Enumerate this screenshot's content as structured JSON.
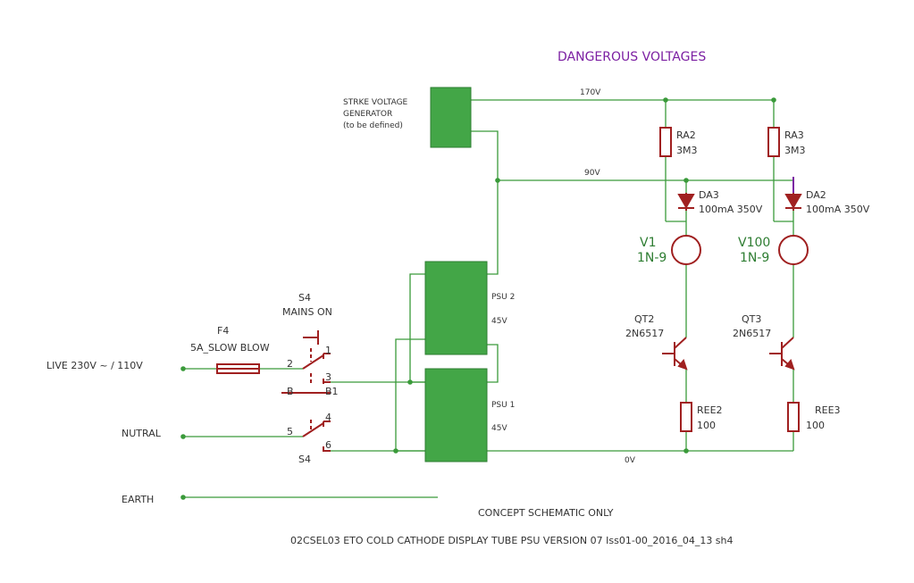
{
  "title": "DANGEROUS VOLTAGES",
  "colors": {
    "wire": "#3a9a3a",
    "component": "#a02020",
    "block": "#43a647",
    "title": "#7b1fa2",
    "tube_label": "#2e7d32"
  },
  "strike_gen": {
    "line1": "STRKE VOLTAGE",
    "line2": "GENERATOR",
    "line3": "(to be defined)"
  },
  "rails": {
    "top": "170V",
    "mid": "90V",
    "bottom": "0V"
  },
  "psu2": {
    "name": "PSU 2",
    "voltage": "45V"
  },
  "psu1": {
    "name": "PSU 1",
    "voltage": "45V"
  },
  "inputs": {
    "live": "LIVE 230V ~ / 110V",
    "neutral": "NUTRAL",
    "earth": "EARTH"
  },
  "fuse": {
    "ref": "F4",
    "value": "5A_SLOW BLOW"
  },
  "switch": {
    "ref_top": "S4",
    "value": "MAINS ON",
    "ref_bottom": "S4",
    "pins": [
      "1",
      "2",
      "3",
      "B",
      "B1",
      "4",
      "5",
      "6"
    ]
  },
  "ra2": {
    "ref": "RA2",
    "value": "3M3"
  },
  "ra3": {
    "ref": "RA3",
    "value": "3M3"
  },
  "da3": {
    "ref": "DA3",
    "value": "100mA 350V"
  },
  "da2": {
    "ref": "DA2",
    "value": "100mA 350V"
  },
  "v1": {
    "ref": "V1",
    "type": "1N-9"
  },
  "v100": {
    "ref": "V100",
    "type": "1N-9"
  },
  "qt2": {
    "ref": "QT2",
    "type": "2N6517"
  },
  "qt3": {
    "ref": "QT3",
    "type": "2N6517"
  },
  "ree2": {
    "ref": "REE2",
    "value": "100"
  },
  "ree3": {
    "ref": "REE3",
    "value": "100"
  },
  "note": "CONCEPT SCHEMATIC ONLY",
  "footer": "02CSEL03 ETO COLD CATHODE DISPLAY TUBE PSU VERSION 07 Iss01-00_2016_04_13 sh4"
}
